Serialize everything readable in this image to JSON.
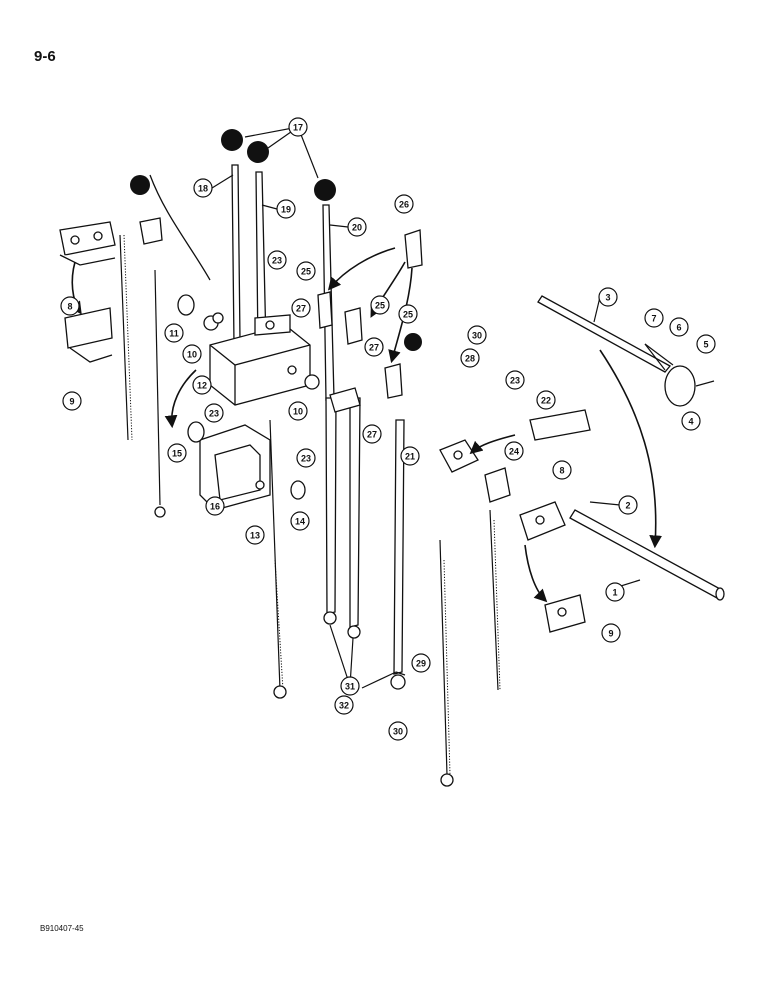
{
  "page": {
    "page_number": "9-6",
    "figure_code": "B910407-45"
  },
  "callouts": {
    "c1": "1",
    "c2": "2",
    "c3": "3",
    "c4": "4",
    "c5": "5",
    "c6": "6",
    "c7": "7",
    "c8a": "8",
    "c8b": "8",
    "c9a": "9",
    "c9b": "9",
    "c10a": "10",
    "c10b": "10",
    "c11": "11",
    "c12": "12",
    "c13": "13",
    "c14": "14",
    "c15": "15",
    "c16": "16",
    "c17": "17",
    "c18": "18",
    "c19": "19",
    "c20": "20",
    "c21": "21",
    "c22": "22",
    "c23a": "23",
    "c23b": "23",
    "c23c": "23",
    "c23d": "23",
    "c24": "24",
    "c25a": "25",
    "c25b": "25",
    "c25c": "25",
    "c26": "26",
    "c27a": "27",
    "c27b": "27",
    "c27c": "27",
    "c28": "28",
    "c29": "29",
    "c30a": "30",
    "c30b": "30",
    "c31": "31",
    "c32": "32"
  }
}
